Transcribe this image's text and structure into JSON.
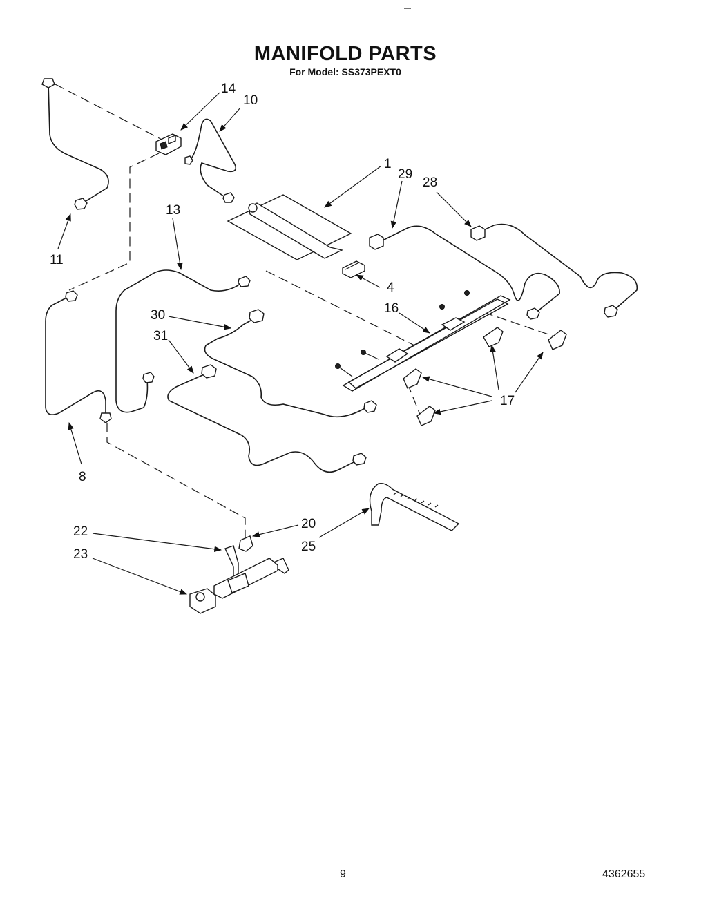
{
  "header": {
    "title": "MANIFOLD PARTS",
    "subtitle": "For Model: SS373PEXT0"
  },
  "footer": {
    "page_number": "9",
    "document_number": "4362655"
  },
  "callouts": {
    "c1": "1",
    "c4": "4",
    "c8": "8",
    "c10": "10",
    "c11": "11",
    "c13": "13",
    "c14": "14",
    "c16": "16",
    "c17": "17",
    "c20": "20",
    "c22": "22",
    "c23": "23",
    "c25": "25",
    "c28": "28",
    "c29": "29",
    "c30": "30",
    "c31": "31"
  }
}
